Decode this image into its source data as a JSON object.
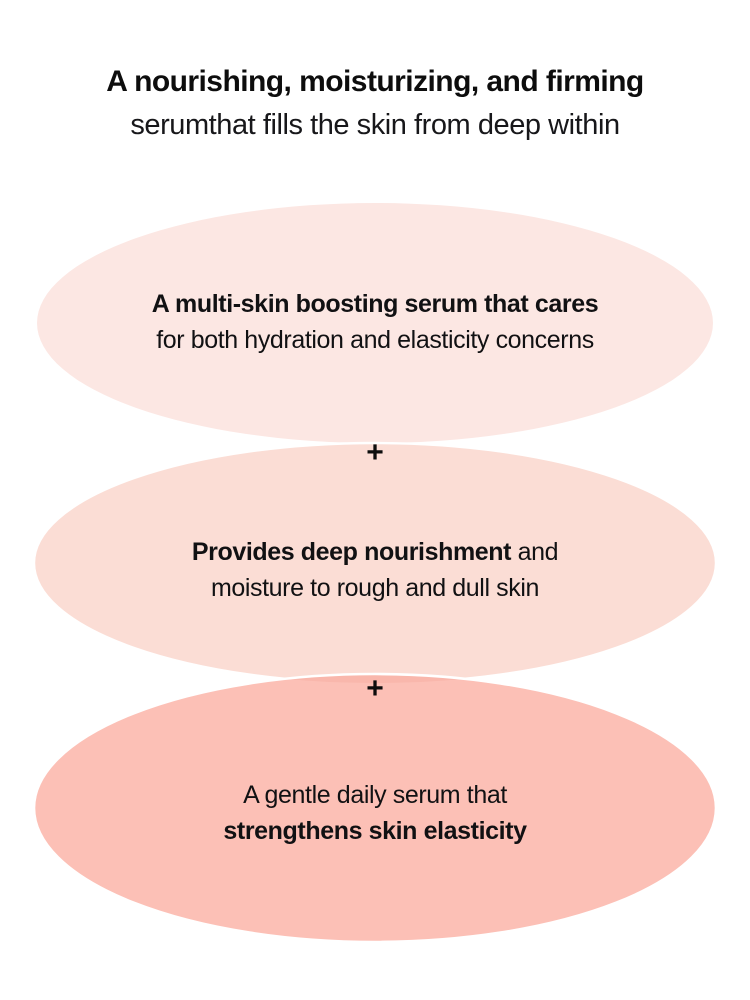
{
  "heading": {
    "line1": "A nourishing, moisturizing, and firming",
    "line2": "serumthat fills the skin from deep within"
  },
  "benefits": [
    {
      "id": "multi-skin-boosting",
      "line1": "A multi-skin boosting serum that cares",
      "line2": "for both hydration and elasticity concerns",
      "line1_weight": "bold",
      "line2_weight": "regular",
      "fill": "#FCE7E3"
    },
    {
      "id": "deep-nourishment",
      "line1_bold": "Provides deep nourishment",
      "line1_regular": " and",
      "line2": "moisture to rough and dull skin",
      "fill": "#FBDDD5"
    },
    {
      "id": "skin-elasticity",
      "line1": "A gentle daily serum that",
      "line2": "strengthens skin elasticity",
      "line1_weight": "regular",
      "line2_weight": "bold",
      "fill": "#FCC0B6"
    }
  ],
  "connectors": [
    {
      "id": "plus-1",
      "symbol": "+"
    },
    {
      "id": "plus-2",
      "symbol": "+"
    }
  ],
  "colors": {
    "background": "#FFFFFF",
    "ellipse_1": "#FCE7E3",
    "ellipse_2": "#FBDDD5",
    "ellipse_3": "#FCC0B6",
    "overlap_1_2": "#FBD5CC",
    "overlap_2_3": "#F9B7AC",
    "separator_stroke": "#FFFFFF",
    "text": "#111113"
  }
}
